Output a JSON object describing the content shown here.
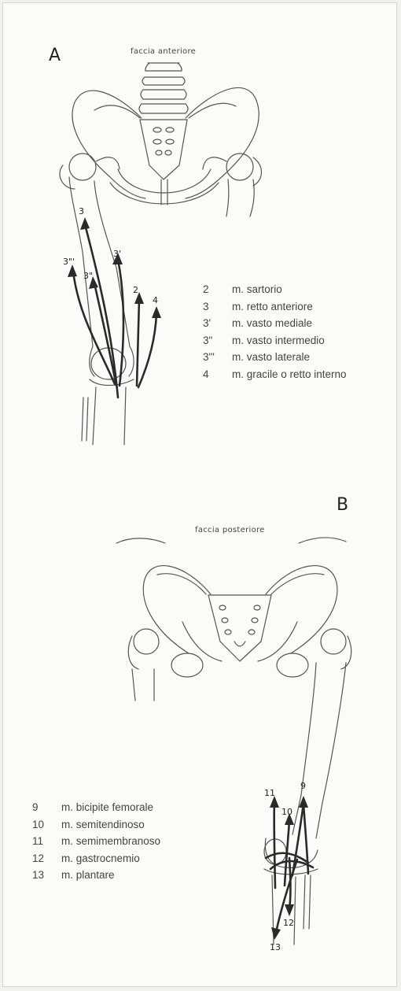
{
  "panel_a": {
    "letter": "A",
    "view_title": "faccia anteriore",
    "arrow_labels": {
      "l3": "3",
      "l3p": "3'",
      "l3pp": "3\"",
      "l3ppp": "3\"'",
      "l2": "2",
      "l4": "4"
    },
    "legend": [
      {
        "num": "2",
        "label": "m. sartorio"
      },
      {
        "num": "3",
        "label": "m. retto anteriore"
      },
      {
        "num": "3'",
        "label": "m. vasto mediale"
      },
      {
        "num": "3\"",
        "label": "m. vasto intermedio"
      },
      {
        "num": "3\"'",
        "label": "m. vasto laterale"
      },
      {
        "num": "4",
        "label": "m. gracile o retto interno"
      }
    ]
  },
  "panel_b": {
    "letter": "B",
    "view_title": "faccia posteriore",
    "arrow_labels": {
      "l9": "9",
      "l10": "10",
      "l11": "11",
      "l12": "12",
      "l13": "13"
    },
    "legend": [
      {
        "num": "9",
        "label": "m. bicipite femorale"
      },
      {
        "num": "10",
        "label": "m. semitendinoso"
      },
      {
        "num": "11",
        "label": "m. semimembranoso"
      },
      {
        "num": "12",
        "label": "m. gastrocnemio"
      },
      {
        "num": "13",
        "label": "m. plantare"
      }
    ]
  }
}
